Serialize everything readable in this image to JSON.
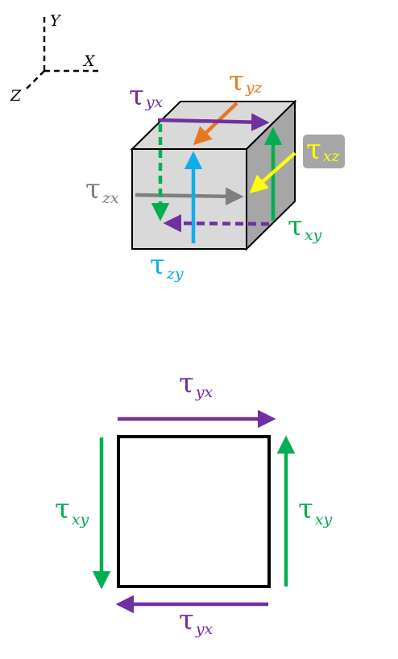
{
  "axes": {
    "y_label": "Y",
    "x_label": "X",
    "z_label": "Z"
  },
  "symbol": "τ",
  "cube_labels": {
    "tau_yx": "yx",
    "tau_yz": "yz",
    "tau_xz": "xz",
    "tau_zx": "zx",
    "tau_xy": "xy",
    "tau_zy": "zy"
  },
  "square_labels": {
    "top": "yx",
    "left": "xy",
    "right": "xy",
    "bottom": "yx"
  },
  "colors": {
    "purple": "#7030a0",
    "orange": "#e87722",
    "green": "#00b050",
    "blue": "#10aee9",
    "gray": "#7f7f7f",
    "yellow": "#ffff00",
    "cube_face": "#d9d9d9",
    "cube_side": "#a6a6a6",
    "xz_box": "#a6a6a6"
  }
}
